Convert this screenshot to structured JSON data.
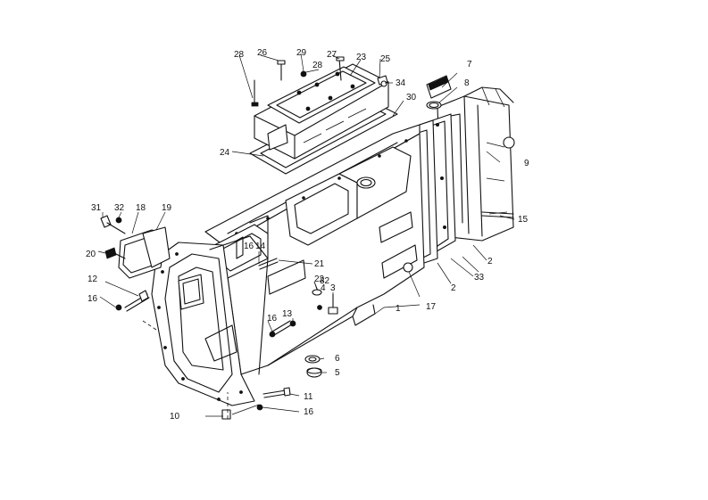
{
  "figure": {
    "labels": {
      "l1": "1",
      "l2a": "2",
      "l2b": "2",
      "l3": "3",
      "l4": "4",
      "l5": "5",
      "l6": "6",
      "l7": "7",
      "l8": "8",
      "l9": "9",
      "l10": "10",
      "l11": "11",
      "l12": "12",
      "l13": "13",
      "l14": "14",
      "l15": "15",
      "l16a": "16",
      "l16b": "16",
      "l16c": "16",
      "l16d": "16",
      "l17": "17",
      "l18": "18",
      "l19": "19",
      "l20": "20",
      "l21": "21",
      "l22": "22",
      "l23": "23",
      "l24": "24",
      "l25": "25",
      "l26": "26",
      "l27": "27",
      "l28a": "28",
      "l28b": "28",
      "l29": "29",
      "l30": "30",
      "l31": "31",
      "l32a": "32",
      "l32b": "32",
      "l33": "33",
      "l34": "34"
    }
  }
}
